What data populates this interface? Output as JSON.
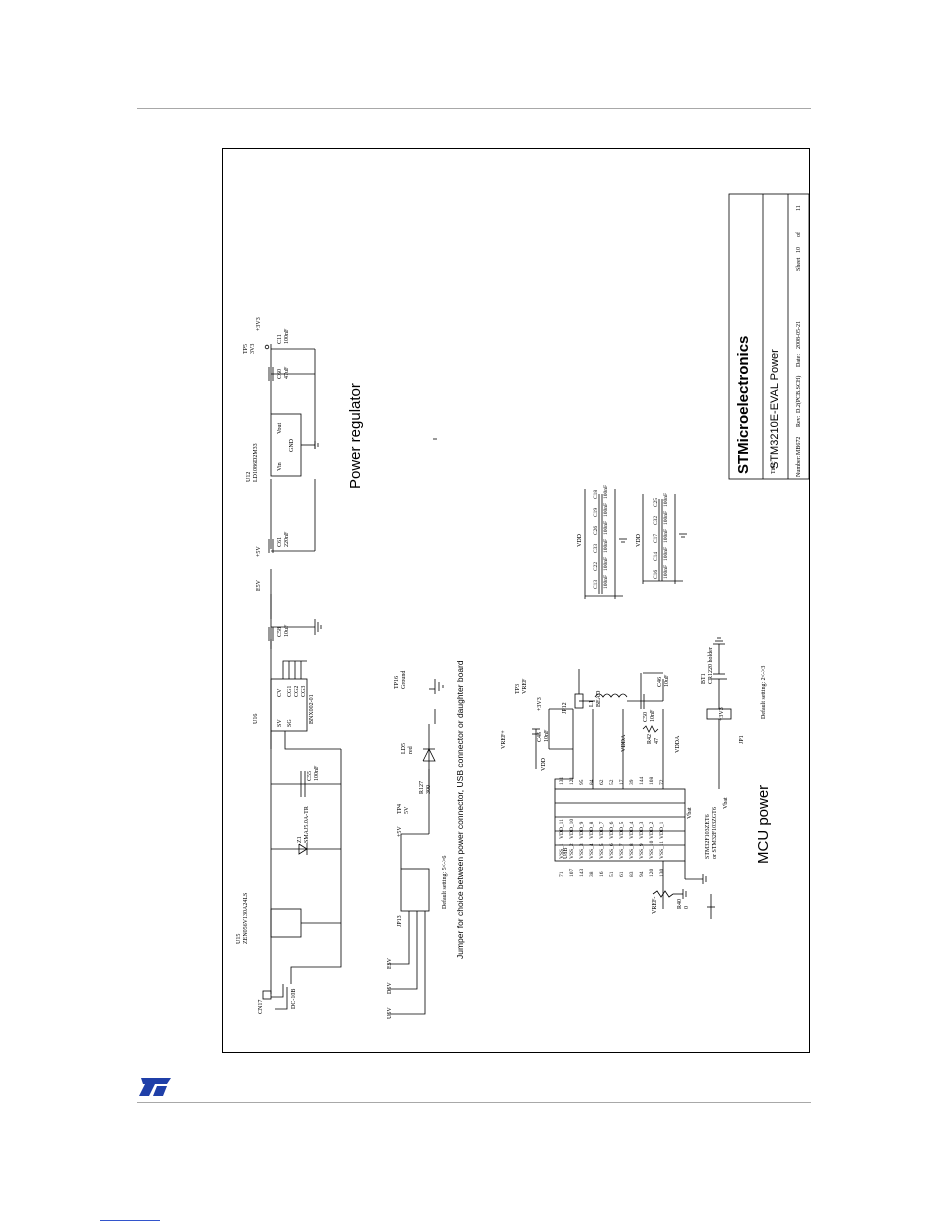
{
  "title_block": {
    "company": "STMicroelectronics",
    "title_label": "Title:",
    "title": "STM3210E-EVAL Power",
    "number_label": "Number:",
    "number": "MB672",
    "rev_label": "Rev:",
    "rev": "D.2(PCB.SCH)",
    "date_label": "Date:",
    "date": "2008-05-21",
    "sheet_label": "Sheet",
    "sheet_num": "10",
    "sheet_of": "of",
    "sheet_total": "11"
  },
  "sections": {
    "power_regulator": "Power regulator",
    "mcu_power": "MCU power",
    "jumper_note": "Jumper for choice between power connector, USB connector or daughter board"
  },
  "components": {
    "cn17": "CN17",
    "dc10b": "DC-10B",
    "u15": "U15",
    "u15_part": "ZEN056V130A24LS",
    "z1": "Z1",
    "z1_part": "SMAJ5.0A-TR",
    "u16": "U16",
    "u16_part": "BNX002-01",
    "u16_sv": "SV",
    "u16_sg": "SG",
    "u16_cv": "CV",
    "u16_cg1": "CG1",
    "u16_cg2": "CG2",
    "u16_cg3": "CG3",
    "c55": "C55",
    "c55_val": "100nF",
    "c58": "C58",
    "c58_val": "10uF",
    "e5v": "E5V",
    "p5v": "+5V",
    "c61": "C61",
    "c61_val": "220nF",
    "u12": "U12",
    "u12_part": "LD1086D2M33",
    "u12_vin": "Vin",
    "u12_vout": "Vout",
    "u12_gnd": "GND",
    "c60": "C60",
    "c60_val": "47uF",
    "c11": "C11",
    "c11_val": "100nF",
    "tp5": "TP5",
    "tp5_val": "3V3",
    "p3v3": "+3V3",
    "jp13": "JP13",
    "jp13_note": "Default setting: 5<->6",
    "u5v": "U5V",
    "d5v": "D5V",
    "tp4": "TP4",
    "tp4_val": "5V",
    "r127": "R127",
    "r127_val": "300",
    "ld5": "LD5",
    "ld5_val": "red",
    "tp16": "TP16",
    "tp16_val": "Ground",
    "tp3": "TP3",
    "tp3_val": "VREF",
    "vref_plus": "VREF+",
    "jp12": "JP12",
    "l1": "L1",
    "l1_val": "BEAD",
    "c46": "C46",
    "c46_val": "10uF",
    "c45": "C45",
    "c45_val": "10nF",
    "c50": "C50",
    "c50_val": "10nF",
    "vdda": "VDDA",
    "r42": "R42",
    "r42_val": "47",
    "bt1": "BT1",
    "bt1_val": "CR1220 holder",
    "jp1": "JP1",
    "jp1_note": "Default setting: 2<->3",
    "vbat": "Vbat",
    "vdd": "VDD",
    "vref_minus": "VREF-",
    "r40": "R40",
    "r40_val": "0",
    "u_mcu": "U8B",
    "mcu_part": "STM32F103ZET6",
    "mcu_alt": "or STM32F103ZGT6",
    "c100": "100nF"
  },
  "mcu_pins_left": [
    "VSS_1",
    "VSS_2",
    "VSS_3",
    "VSS_4",
    "VSS_5",
    "VSS_6",
    "VSS_7",
    "VSS_8",
    "VSS_9",
    "VSS_10",
    "VSS_11"
  ],
  "mcu_pins_right": [
    "VDD_11",
    "VDD_10",
    "VDD_9",
    "VDD_8",
    "VDD_7",
    "VDD_6",
    "VDD_5",
    "VDD_4",
    "VDD_3",
    "VDD_2",
    "VDD_1"
  ],
  "mcu_pinnum_left": [
    "71",
    "107",
    "143",
    "38",
    "16",
    "51",
    "61",
    "83",
    "94",
    "120",
    "130"
  ],
  "mcu_pinnum_right": [
    "131",
    "121",
    "95",
    "84",
    "62",
    "52",
    "17",
    "39",
    "144",
    "108",
    "72"
  ],
  "decoup_row1": [
    "C13",
    "C22",
    "C33",
    "C26",
    "C19",
    "C18"
  ],
  "decoup_row2": [
    "C16",
    "C14",
    "C17",
    "C32",
    "C25"
  ]
}
